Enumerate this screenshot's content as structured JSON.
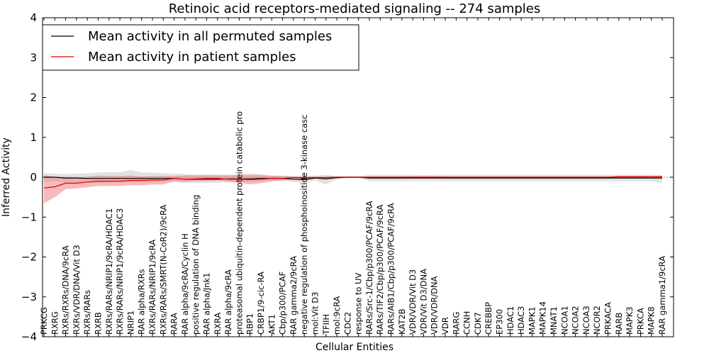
{
  "chart_data": {
    "type": "line",
    "title": "Retinoic acid receptors-mediated signaling -- 274 samples",
    "xlabel": "Cellular Entities",
    "ylabel": "Inferred Activity",
    "ylim": [
      -4,
      4
    ],
    "yticks": [
      4,
      3,
      2,
      1,
      0,
      -1,
      -2,
      -3,
      -4
    ],
    "ytick_labels": [
      "4",
      "3",
      "2",
      "1",
      "0",
      "−1",
      "−2",
      "−3",
      "−4"
    ],
    "grid": false,
    "legend_position": "top-left",
    "colors": {
      "permuted_line": "#000000",
      "permuted_band": "#bfbfbf",
      "patient_line": "#e00000",
      "patient_band": "#f08080",
      "zero_line": "#888888"
    },
    "categories": [
      "PRKCG",
      "RXRG",
      "RXRs/RXRs/DNA/9cRA",
      "RXRs/VDR/DNA/Vit D3",
      "RXRs/RARs",
      "RXRB",
      "RXRs/RARs/NRIP1/9cRA/HDAC1",
      "RXRs/RARs/NRIP1/9cRA/HDAC3",
      "NRIP1",
      "RAR alpha/RXRs",
      "RXRs/RARs/NRIP1/9cRA",
      "RXRs/RARs/SMRT(N-CoR2)/9cRA",
      "RARA",
      "RAR alpha/9cRA/Cyclin H",
      "positive regulation of DNA binding",
      "RAR alpha/Jnk1",
      "RXRA",
      "RAR alpha/9cRA",
      "proteasomal ubiquitin-dependent protein catabolic pro",
      "RBP1",
      "CRBP1/9-cic-RA",
      "AKT1",
      "Cbp/p300/PCAF",
      "RAR gamma2/9cRA",
      "negative regulation of phosphoinositide 3-kinase casc",
      "mol:Vit D3",
      "TFIIH",
      "mol:9cRA",
      "CDC2",
      "response to UV",
      "RARs/Src-1/Cbp/p300/PCAF/9cRA",
      "RARs/TIF2/Cbp/p300/PCAF/9cRA",
      "RARs/AIB1/Cbp/p300/PCAF/9cRA",
      "KAT2B",
      "VDR/VDR/Vit D3",
      "VDR/Vit D3/DNA",
      "VDR/VDR/DNA",
      "VDR",
      "RARG",
      "CCNH",
      "CDK7",
      "CREBBP",
      "EP300",
      "HDAC1",
      "HDAC3",
      "MAPK1",
      "MAPK14",
      "MNAT1",
      "NCOA1",
      "NCOA2",
      "NCOA3",
      "NCOR2",
      "PRKACA",
      "RARB",
      "MAPK3",
      "PRKCA",
      "MAPK8",
      "RAR gamma1/9cRA"
    ],
    "series": [
      {
        "name": "Mean activity in all permuted samples",
        "values": [
          0.0,
          0.0,
          -0.02,
          -0.02,
          -0.03,
          -0.03,
          -0.03,
          -0.03,
          -0.03,
          -0.03,
          -0.03,
          -0.03,
          -0.03,
          -0.05,
          -0.05,
          -0.05,
          -0.05,
          -0.04,
          -0.04,
          -0.04,
          -0.03,
          -0.03,
          -0.03,
          -0.05,
          -0.06,
          -0.02,
          -0.04,
          -0.01,
          0.0,
          0.0,
          -0.02,
          -0.02,
          -0.02,
          -0.02,
          -0.02,
          -0.02,
          -0.02,
          -0.02,
          -0.02,
          -0.02,
          -0.02,
          -0.02,
          -0.02,
          -0.02,
          -0.02,
          -0.02,
          -0.02,
          -0.02,
          -0.02,
          -0.02,
          -0.02,
          -0.02,
          -0.02,
          -0.02,
          -0.02,
          -0.02,
          -0.02,
          -0.02
        ],
        "lower": [
          -0.12,
          -0.1,
          -0.12,
          -0.12,
          -0.13,
          -0.15,
          -0.13,
          -0.12,
          -0.13,
          -0.12,
          -0.13,
          -0.12,
          -0.12,
          -0.14,
          -0.14,
          -0.14,
          -0.14,
          -0.12,
          -0.12,
          -0.12,
          -0.1,
          -0.1,
          -0.1,
          -0.12,
          -0.14,
          -0.08,
          -0.18,
          -0.06,
          -0.02,
          -0.02,
          -0.1,
          -0.1,
          -0.1,
          -0.1,
          -0.1,
          -0.1,
          -0.1,
          -0.1,
          -0.1,
          -0.1,
          -0.1,
          -0.1,
          -0.1,
          -0.1,
          -0.1,
          -0.1,
          -0.1,
          -0.1,
          -0.1,
          -0.1,
          -0.1,
          -0.1,
          -0.1,
          -0.1,
          -0.1,
          -0.1,
          -0.1,
          -0.15
        ],
        "upper": [
          0.1,
          0.09,
          0.08,
          0.09,
          0.1,
          0.12,
          0.13,
          0.12,
          0.18,
          0.12,
          0.12,
          0.1,
          0.09,
          0.08,
          0.06,
          0.06,
          0.06,
          0.06,
          0.05,
          0.05,
          0.04,
          0.04,
          0.04,
          0.03,
          0.02,
          0.04,
          0.06,
          0.03,
          0.02,
          0.02,
          0.06,
          0.06,
          0.06,
          0.06,
          0.06,
          0.06,
          0.06,
          0.06,
          0.06,
          0.06,
          0.06,
          0.06,
          0.06,
          0.06,
          0.06,
          0.06,
          0.06,
          0.06,
          0.06,
          0.06,
          0.06,
          0.06,
          0.06,
          0.06,
          0.06,
          0.06,
          0.06,
          0.06
        ]
      },
      {
        "name": "Mean activity in patient samples",
        "values": [
          -0.27,
          -0.24,
          -0.15,
          -0.15,
          -0.12,
          -0.1,
          -0.1,
          -0.1,
          -0.08,
          -0.08,
          -0.07,
          -0.07,
          -0.03,
          -0.05,
          -0.04,
          -0.03,
          -0.03,
          -0.05,
          -0.05,
          -0.06,
          -0.05,
          -0.03,
          -0.03,
          -0.01,
          -0.01,
          -0.01,
          -0.01,
          0.0,
          0.0,
          0.0,
          0.0,
          0.0,
          0.0,
          0.0,
          0.0,
          0.0,
          0.0,
          0.0,
          0.0,
          0.0,
          0.0,
          0.0,
          0.0,
          0.0,
          0.0,
          0.0,
          0.0,
          0.0,
          0.0,
          0.0,
          0.0,
          0.0,
          0.0,
          0.01,
          0.01,
          0.01,
          0.01,
          0.01
        ],
        "lower": [
          -0.65,
          -0.5,
          -0.3,
          -0.28,
          -0.25,
          -0.22,
          -0.22,
          -0.22,
          -0.2,
          -0.2,
          -0.18,
          -0.18,
          -0.1,
          -0.12,
          -0.1,
          -0.1,
          -0.08,
          -0.12,
          -0.14,
          -0.18,
          -0.15,
          -0.1,
          -0.08,
          -0.04,
          -0.04,
          -0.04,
          -0.03,
          -0.02,
          -0.02,
          -0.02,
          -0.02,
          -0.02,
          -0.03,
          -0.02,
          -0.02,
          -0.02,
          -0.02,
          -0.02,
          -0.02,
          -0.02,
          -0.02,
          -0.02,
          -0.02,
          -0.02,
          -0.02,
          -0.02,
          -0.02,
          -0.02,
          -0.02,
          -0.02,
          -0.02,
          -0.02,
          -0.02,
          -0.02,
          -0.02,
          -0.02,
          -0.02,
          -0.02
        ],
        "upper": [
          0.05,
          0.01,
          0.0,
          -0.01,
          0.01,
          0.04,
          0.03,
          0.03,
          0.04,
          0.02,
          0.03,
          0.03,
          0.03,
          0.05,
          0.05,
          0.06,
          0.05,
          0.05,
          0.07,
          0.08,
          0.07,
          0.04,
          0.03,
          0.02,
          0.02,
          0.02,
          0.02,
          0.02,
          0.02,
          0.02,
          0.02,
          0.02,
          0.02,
          0.02,
          0.03,
          0.03,
          0.03,
          0.02,
          0.02,
          0.02,
          0.02,
          0.02,
          0.02,
          0.02,
          0.02,
          0.02,
          0.02,
          0.02,
          0.02,
          0.02,
          0.02,
          0.02,
          0.02,
          0.03,
          0.03,
          0.03,
          0.03,
          0.03
        ]
      }
    ]
  }
}
